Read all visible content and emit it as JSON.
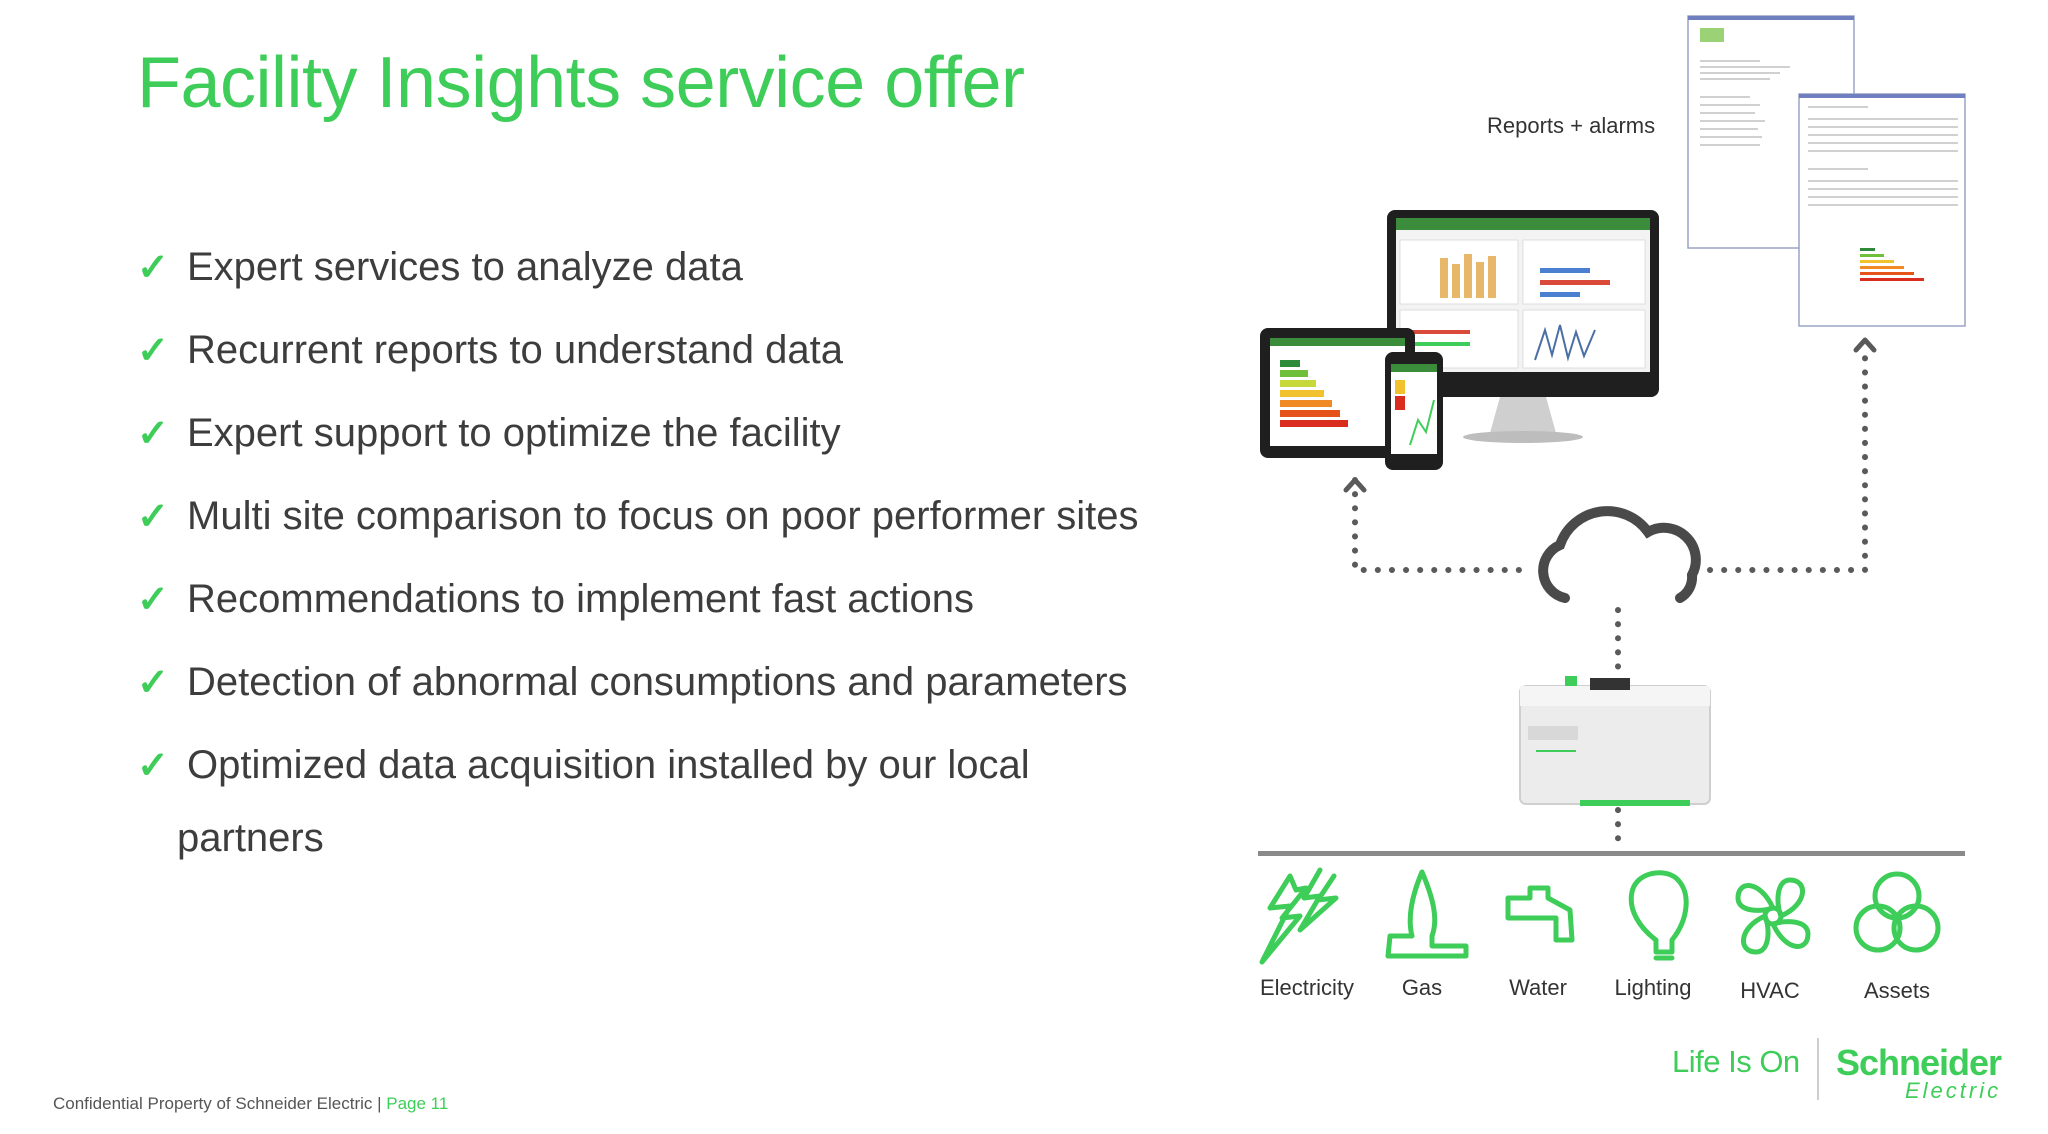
{
  "title": "Facility Insights service offer",
  "bullets": [
    "Expert services to analyze data",
    "Recurrent reports to understand data",
    "Expert support to optimize the facility",
    "Multi site comparison to focus on poor performer sites",
    "Recommendations to implement fast actions",
    "Detection of abnormal consumptions and parameters",
    "Optimized data acquisition installed by our local"
  ],
  "bullet_continuation": "partners",
  "check_glyph": "✓",
  "illustration": {
    "reports_label": "Reports + alarms",
    "resources": [
      {
        "label": "Electricity",
        "icon": "lightning-icon"
      },
      {
        "label": "Gas",
        "icon": "gas-flame-icon"
      },
      {
        "label": "Water",
        "icon": "water-tap-icon"
      },
      {
        "label": "Lighting",
        "icon": "light-bulb-icon"
      },
      {
        "label": "HVAC",
        "icon": "fan-icon"
      },
      {
        "label": "Assets",
        "icon": "assets-knot-icon"
      }
    ]
  },
  "footer": {
    "text": "Confidential Property of Schneider Electric | ",
    "page": "Page 11"
  },
  "brand": {
    "tagline": "Life Is On",
    "name": "Schneider",
    "sub": "Electric"
  },
  "colors": {
    "accent_green": "#3dcd58",
    "text_gray": "#3d3d3d"
  }
}
